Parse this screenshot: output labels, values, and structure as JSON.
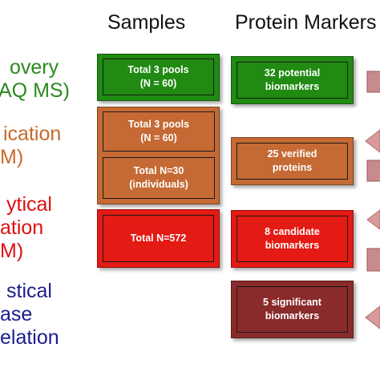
{
  "headers": {
    "samples": "Samples",
    "markers": "Protein Markers"
  },
  "stages": [
    {
      "lines": [
        "overy",
        "AQ MS)"
      ],
      "color": "#2a8a1f"
    },
    {
      "lines": [
        "ication",
        "M)"
      ],
      "color": "#c86a2a"
    },
    {
      "lines": [
        "ytical",
        "ation",
        "M)"
      ],
      "color": "#dd1111"
    },
    {
      "lines": [
        "stical",
        "ase",
        "elation"
      ],
      "color": "#1c1c8c"
    }
  ],
  "samples": {
    "discovery": {
      "lines": [
        "Total 3 pools",
        "(N = 60)"
      ]
    },
    "verification_pools": {
      "lines": [
        "Total 3 pools",
        "(N = 60)"
      ]
    },
    "verification_individuals": {
      "lines": [
        "Total N=30",
        "(individuals)"
      ]
    },
    "validation": {
      "lines": [
        "Total N=572"
      ]
    }
  },
  "markers": {
    "potential": {
      "lines": [
        "32 potential",
        "biomarkers"
      ]
    },
    "verified": {
      "lines": [
        "25 verified",
        "proteins"
      ]
    },
    "candidate": {
      "lines": [
        "8 candidate",
        "biomarkers"
      ]
    },
    "significant": {
      "lines": [
        "5 significant",
        "biomarkers"
      ]
    }
  },
  "colors": {
    "green": "#208a12",
    "orange": "#c56a34",
    "red": "#e41a14",
    "darkred": "#8a2a2a",
    "arrow": "#c88a8a"
  }
}
